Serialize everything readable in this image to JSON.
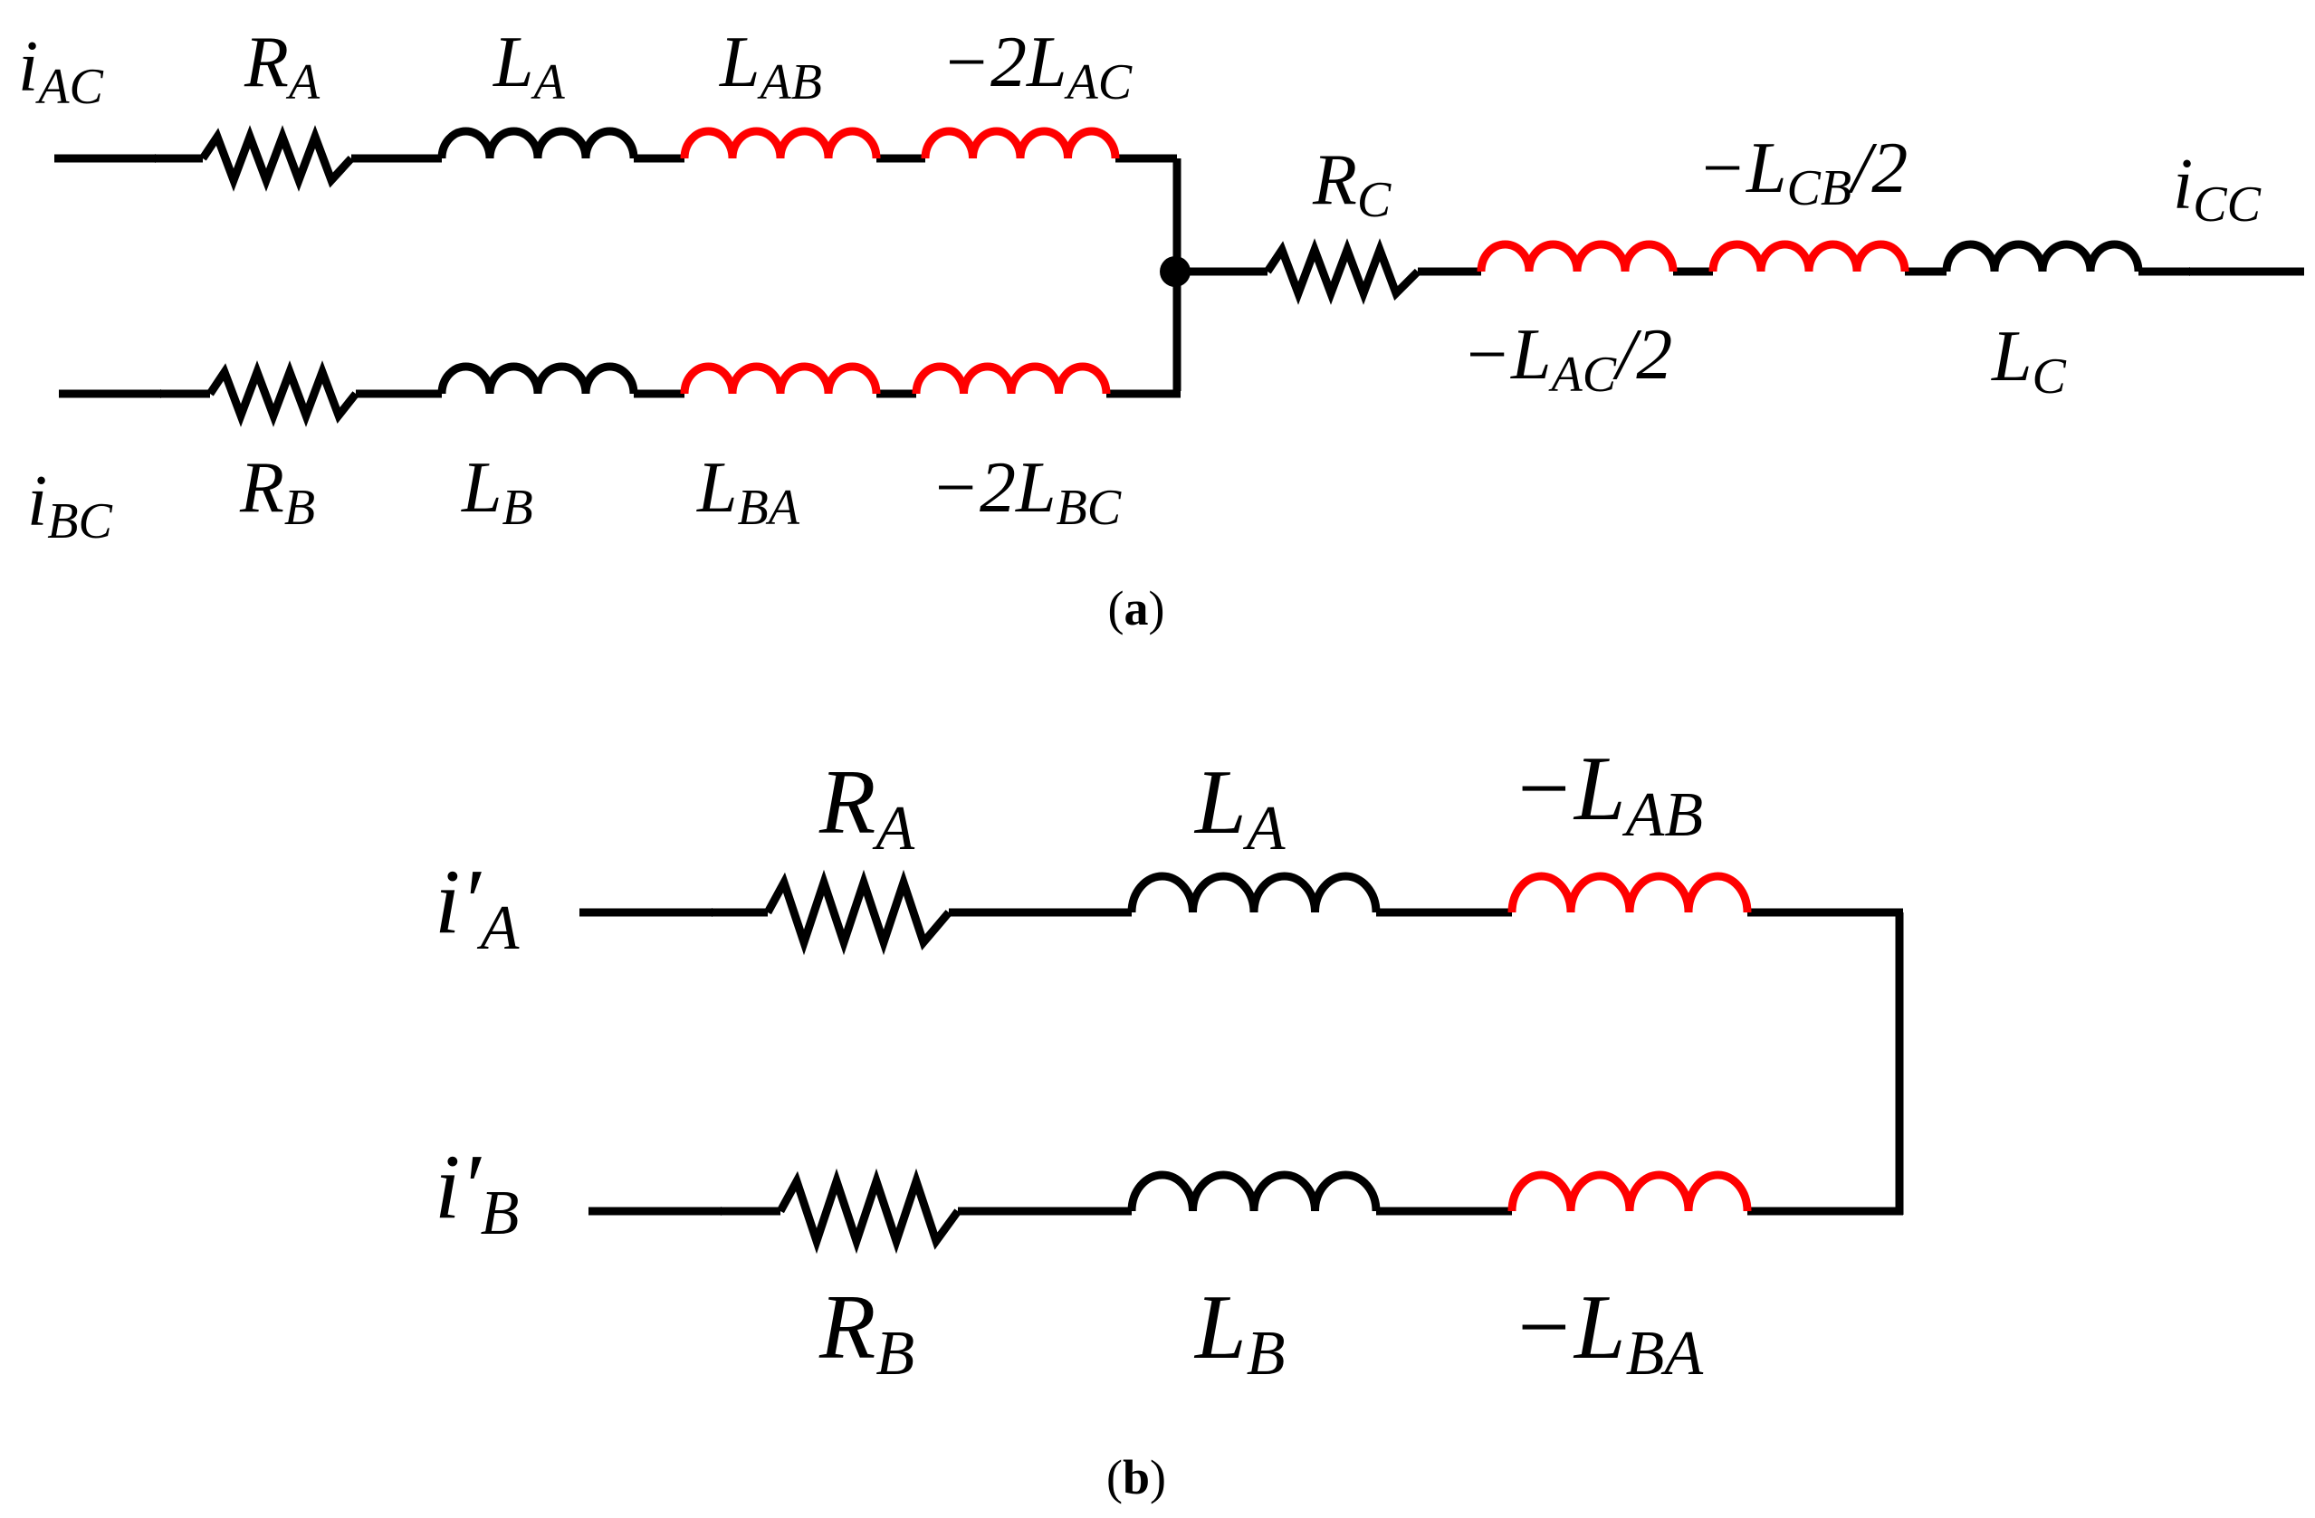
{
  "colors": {
    "wire": "#000000",
    "self": "#000000",
    "mutual": "#ff0000"
  },
  "captions": {
    "a": "a",
    "b": "b"
  },
  "diagram_a": {
    "currents": {
      "i_ac": {
        "base": "i",
        "sub": "AC"
      },
      "i_bc": {
        "base": "i",
        "sub": "BC"
      },
      "i_cc": {
        "base": "i",
        "sub": "CC"
      }
    },
    "labels": {
      "r_a": {
        "pre": "",
        "base": "R",
        "sub": "A",
        "post": ""
      },
      "l_a": {
        "pre": "",
        "base": "L",
        "sub": "A",
        "post": ""
      },
      "l_ab": {
        "pre": "",
        "base": "L",
        "sub": "AB",
        "post": ""
      },
      "l_ac2": {
        "pre": "−2",
        "base": "L",
        "sub": "AC",
        "post": ""
      },
      "r_b": {
        "pre": "",
        "base": "R",
        "sub": "B",
        "post": ""
      },
      "l_b": {
        "pre": "",
        "base": "L",
        "sub": "B",
        "post": ""
      },
      "l_ba": {
        "pre": "",
        "base": "L",
        "sub": "BA",
        "post": ""
      },
      "l_bc2": {
        "pre": "−2",
        "base": "L",
        "sub": "BC",
        "post": ""
      },
      "r_c": {
        "pre": "",
        "base": "R",
        "sub": "C",
        "post": ""
      },
      "l_cb_half": {
        "pre": "−",
        "base": "L",
        "sub": "CB",
        "post": "/2"
      },
      "l_ac_half": {
        "pre": "−",
        "base": "L",
        "sub": "AC",
        "post": "/2"
      },
      "l_c": {
        "pre": "",
        "base": "L",
        "sub": "C",
        "post": ""
      }
    }
  },
  "diagram_b": {
    "currents": {
      "i_a_prime": {
        "base": "i′",
        "sub": "A"
      },
      "i_b_prime": {
        "base": "i′",
        "sub": "B"
      }
    },
    "labels": {
      "r_a": {
        "pre": "",
        "base": "R",
        "sub": "A",
        "post": ""
      },
      "l_a": {
        "pre": "",
        "base": "L",
        "sub": "A",
        "post": ""
      },
      "l_ab": {
        "pre": "−",
        "base": "L",
        "sub": "AB",
        "post": ""
      },
      "r_b": {
        "pre": "",
        "base": "R",
        "sub": "B",
        "post": ""
      },
      "l_b": {
        "pre": "",
        "base": "L",
        "sub": "B",
        "post": ""
      },
      "l_ba": {
        "pre": "−",
        "base": "L",
        "sub": "BA",
        "post": ""
      }
    }
  }
}
